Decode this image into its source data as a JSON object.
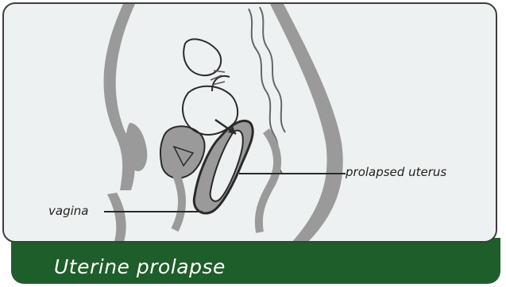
{
  "caption": "Uterine prolapse",
  "labels": {
    "prolapsed_uterus": "prolapsed uterus",
    "vagina": "vagina"
  },
  "colors": {
    "panel_background": "#eef1f1",
    "panel_border": "#3e3e3e",
    "anatomy_fill": "#9a9a9a",
    "outline": "#2a2a2a",
    "caption_bar": "#1e5e2a",
    "caption_text": "#ffffff"
  }
}
